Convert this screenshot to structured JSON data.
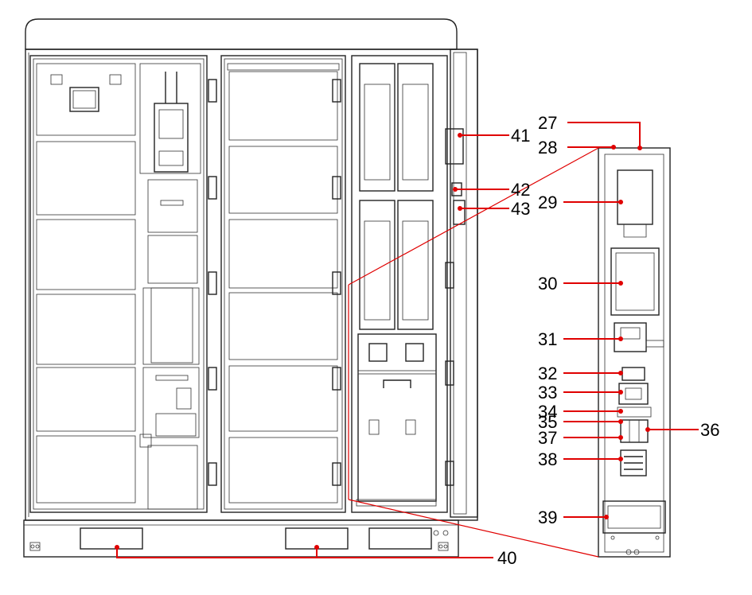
{
  "diagram": {
    "title": "Cabinet component layout",
    "callouts": [
      {
        "id": "27",
        "label": "27"
      },
      {
        "id": "28",
        "label": "28"
      },
      {
        "id": "29",
        "label": "29"
      },
      {
        "id": "30",
        "label": "30"
      },
      {
        "id": "31",
        "label": "31"
      },
      {
        "id": "32",
        "label": "32"
      },
      {
        "id": "33",
        "label": "33"
      },
      {
        "id": "34",
        "label": "34"
      },
      {
        "id": "35",
        "label": "35"
      },
      {
        "id": "36",
        "label": "36"
      },
      {
        "id": "37",
        "label": "37"
      },
      {
        "id": "38",
        "label": "38"
      },
      {
        "id": "39",
        "label": "39"
      },
      {
        "id": "40",
        "label": "40"
      },
      {
        "id": "41",
        "label": "41"
      },
      {
        "id": "42",
        "label": "42"
      },
      {
        "id": "43",
        "label": "43"
      }
    ],
    "colors": {
      "leader": "#e00000",
      "outline": "#222222",
      "background": "#ffffff"
    }
  }
}
